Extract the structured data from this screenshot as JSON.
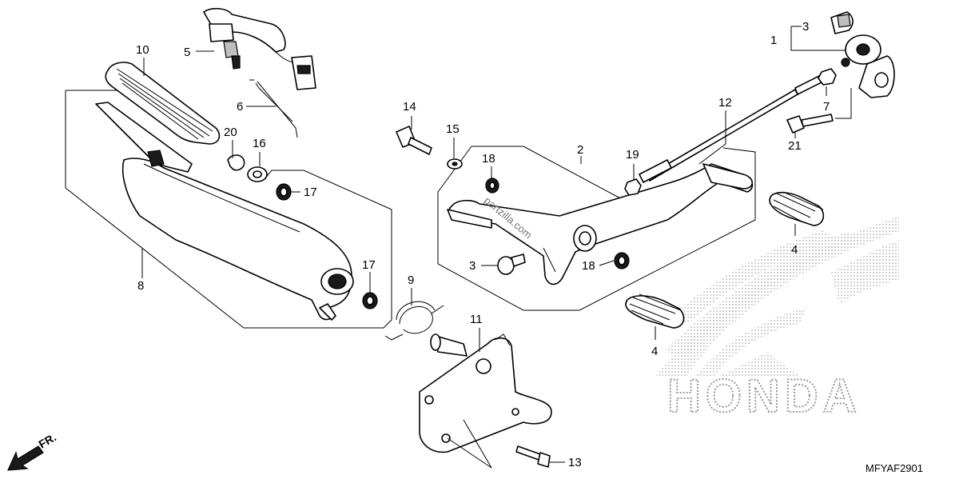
{
  "diagram": {
    "code": "MFYAF2901",
    "front_label": "FR.",
    "brand": "HONDA",
    "watermark": "partzilla.com",
    "callouts": [
      {
        "id": "c1",
        "text": "1"
      },
      {
        "id": "c2",
        "text": "2"
      },
      {
        "id": "c3a",
        "text": "3"
      },
      {
        "id": "c3b",
        "text": "3"
      },
      {
        "id": "c4a",
        "text": "4"
      },
      {
        "id": "c4b",
        "text": "4"
      },
      {
        "id": "c5",
        "text": "5"
      },
      {
        "id": "c6",
        "text": "6"
      },
      {
        "id": "c7",
        "text": "7"
      },
      {
        "id": "c8",
        "text": "8"
      },
      {
        "id": "c9",
        "text": "9"
      },
      {
        "id": "c10",
        "text": "10"
      },
      {
        "id": "c11",
        "text": "11"
      },
      {
        "id": "c12",
        "text": "12"
      },
      {
        "id": "c13",
        "text": "13"
      },
      {
        "id": "c14",
        "text": "14"
      },
      {
        "id": "c15",
        "text": "15"
      },
      {
        "id": "c16",
        "text": "16"
      },
      {
        "id": "c17a",
        "text": "17"
      },
      {
        "id": "c17b",
        "text": "17"
      },
      {
        "id": "c18a",
        "text": "18"
      },
      {
        "id": "c18b",
        "text": "18"
      },
      {
        "id": "c19",
        "text": "19"
      },
      {
        "id": "c20",
        "text": "20"
      },
      {
        "id": "c21",
        "text": "21"
      }
    ]
  }
}
